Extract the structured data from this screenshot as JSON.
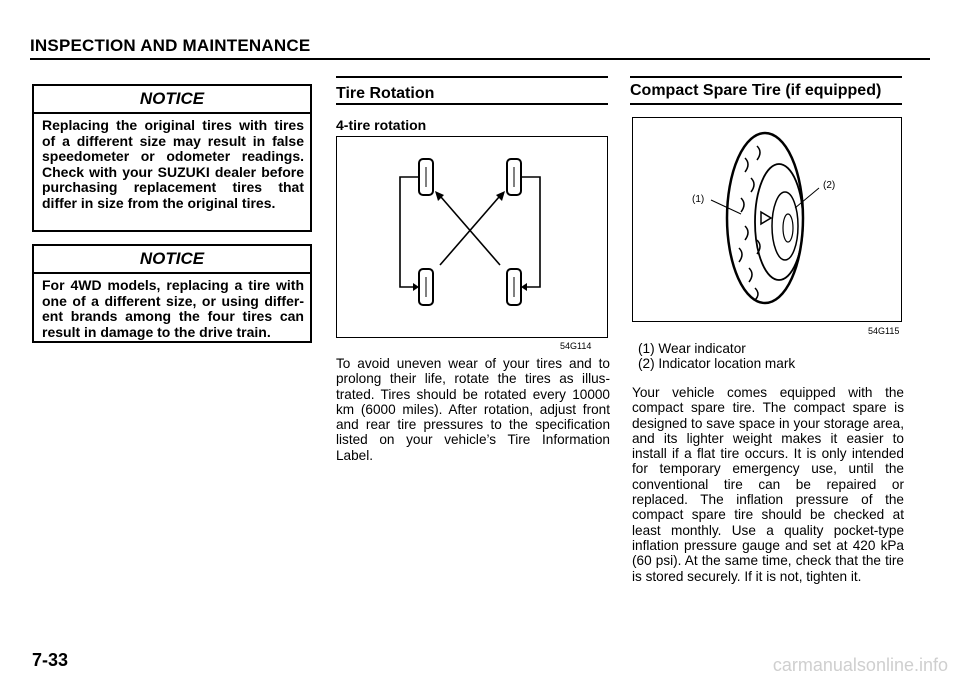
{
  "header": {
    "section": "INSPECTION AND MAINTENANCE"
  },
  "notices": [
    {
      "title": "NOTICE",
      "body": "Replacing the original tires with tires of a different size may result in false speedometer or odometer readings. Check with your SUZUKI dealer before purchasing replacement tires that differ in size from the original tires."
    },
    {
      "title": "NOTICE",
      "body": "For 4WD models, replacing a tire with one of a different size, or using differ- ent brands among the four tires can result in damage to the drive train."
    }
  ],
  "tire_rotation": {
    "title": "Tire Rotation",
    "subtitle": "4-tire rotation",
    "figure_code": "54G114",
    "text": "To avoid uneven wear of your tires and to prolong their life, rotate the tires as illus- trated. Tires should be rotated every 10000 km (6000 miles). After rotation, adjust front and rear tire pressures to the specification listed on your vehicle’s Tire Information Label."
  },
  "compact_spare": {
    "title": "Compact Spare Tire (if equipped)",
    "figure_code": "54G115",
    "callout_1": "(1)",
    "callout_2": "(2)",
    "legend": [
      "(1) Wear indicator",
      "(2) Indicator location mark"
    ],
    "text": "Your vehicle comes equipped with the compact spare tire. The compact spare is designed to save space in your storage area, and its lighter weight makes it easier to install if a flat tire occurs. It is only intended for temporary emergency use, until the conventional tire can be repaired or replaced. The inflation pressure of the compact spare tire should be checked at least monthly. Use a quality pocket-type inflation pressure gauge and set at 420 kPa (60 psi). At the same time, check that the tire is stored securely. If it is not, tighten it."
  },
  "footer": {
    "page_number": "7-33",
    "watermark": "carmanualsonline.info"
  }
}
